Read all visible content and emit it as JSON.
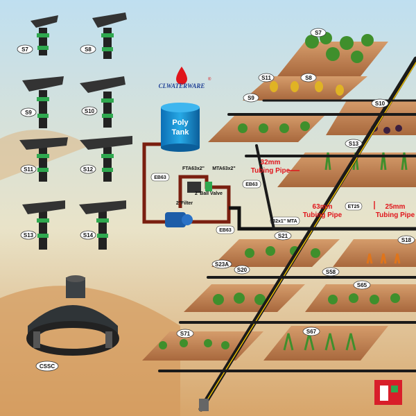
{
  "brand": {
    "name": "CLWATERWARE",
    "trademark": "®"
  },
  "tank": {
    "line1": "Poly",
    "line2": "Tank"
  },
  "sprinklers": [
    {
      "id": "sprinkler-s7",
      "label": "S7"
    },
    {
      "id": "sprinkler-s8",
      "label": "S8"
    },
    {
      "id": "sprinkler-s9",
      "label": "S9"
    },
    {
      "id": "sprinkler-s10",
      "label": "S10"
    },
    {
      "id": "sprinkler-s11",
      "label": "S11"
    },
    {
      "id": "sprinkler-s12",
      "label": "S12"
    },
    {
      "id": "sprinkler-s13",
      "label": "S13"
    },
    {
      "id": "sprinkler-s14",
      "label": "S14"
    }
  ],
  "saddle": {
    "label": "CSSC"
  },
  "fittings": {
    "fta": "FTA63x2\"",
    "mta": "MTA63x2\"",
    "ball_valve": "2\"Ball Valve",
    "filter": "2\"Filter",
    "eb63_a": "EB63",
    "eb63_b": "EB63",
    "eb63_c": "EB63",
    "mta32": "32x1\" MTA",
    "et25": "ET25"
  },
  "pipes": {
    "p32_line1": "32mm",
    "p32_line2": "Tubing Pipe",
    "p63_line1": "63mm",
    "p63_line2": "Tubing Pipe",
    "p25_line1": "25mm",
    "p25_line2": "Tubing Pipe"
  },
  "field_tags": {
    "s7": "S7",
    "s11": "S11",
    "s8": "S8",
    "s9": "S9",
    "s10": "S10",
    "s13": "S13",
    "s21": "S21",
    "s18": "S18",
    "s23a": "S23A",
    "s20": "S20",
    "s58": "S58",
    "s65": "S65",
    "s71": "S71",
    "s67": "S67"
  },
  "colors": {
    "red": "#e0151b",
    "pipe": "#1a1a1a",
    "soil": "#c98a5a",
    "plant": "#3f8f2c",
    "sprinkler_green": "#2fa84f"
  }
}
